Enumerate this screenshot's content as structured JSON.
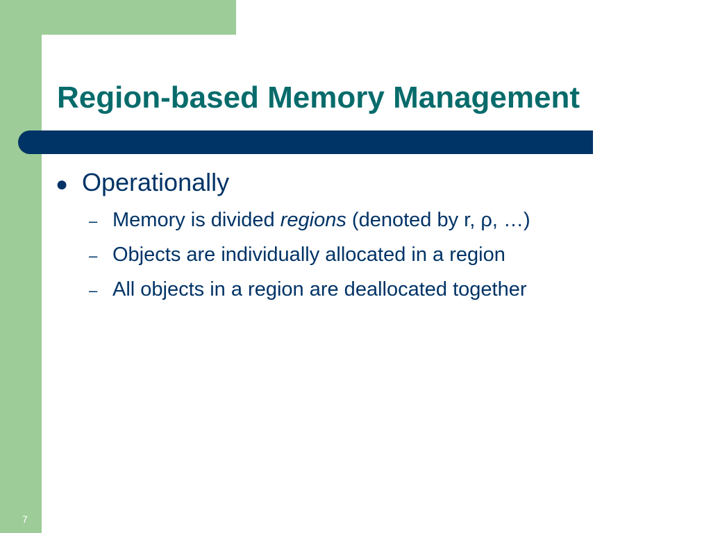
{
  "slide": {
    "title": "Region-based Memory Management",
    "page_number": "7",
    "colors": {
      "title": "#086b6b",
      "body_text": "#003366",
      "accent_bar": "#003366",
      "frame_green": "#9dcc98"
    },
    "bullets": [
      {
        "text": "Operationally",
        "sub_items": [
          {
            "before": "Memory is divided ",
            "emphasis": "regions",
            "after": " (denoted by r, ρ, …)"
          },
          {
            "before": "Objects are individually allocated in a region",
            "emphasis": "",
            "after": ""
          },
          {
            "before": "All objects in a region are deallocated together",
            "emphasis": "",
            "after": ""
          }
        ]
      }
    ]
  }
}
